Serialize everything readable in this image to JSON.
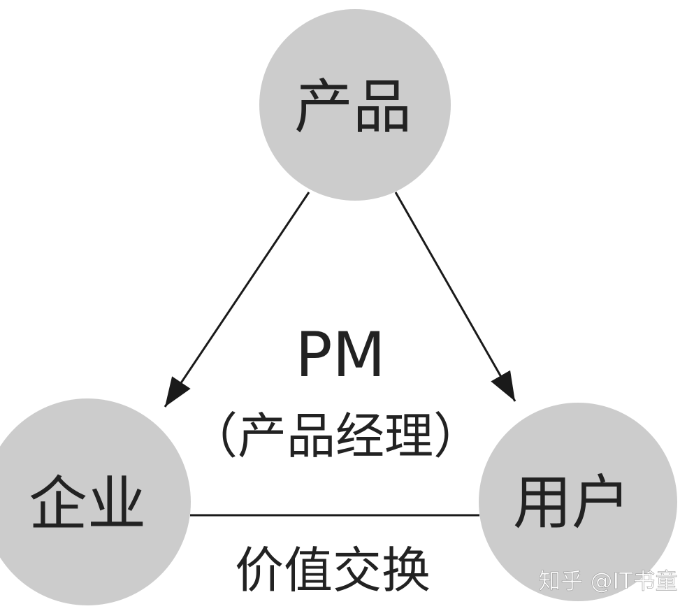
{
  "diagram": {
    "nodes": {
      "product": {
        "label": "产品"
      },
      "enterprise": {
        "label": "企业"
      },
      "user": {
        "label": "用户"
      }
    },
    "center": {
      "title": "PM",
      "subtitle": "（产品经理）"
    },
    "edge_label": "价值交换",
    "watermark": "知乎 @IT书童"
  },
  "colors": {
    "node_fill": "#cccccc",
    "line": "#1a1a1a",
    "text": "#222222",
    "watermark": "#ffffff"
  }
}
